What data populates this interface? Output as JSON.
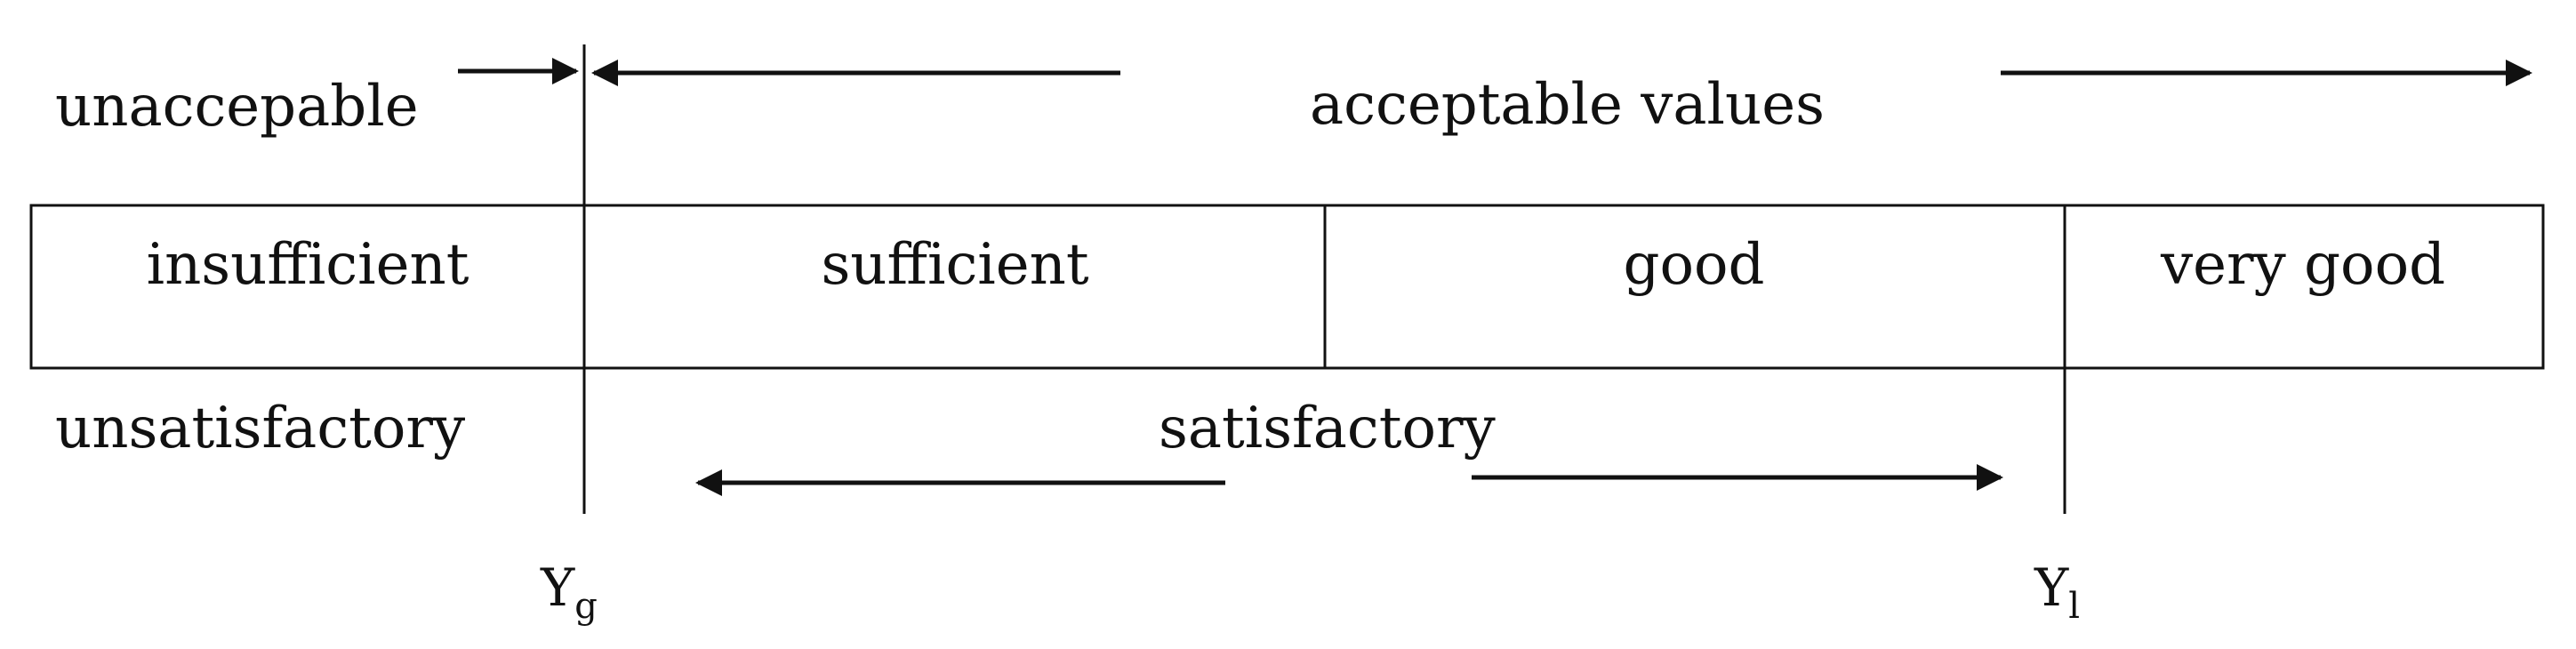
{
  "top": {
    "left_label": "unaccepable",
    "right_label": "acceptable values"
  },
  "scale": {
    "cells": [
      {
        "label": "insufficient"
      },
      {
        "label": "sufficient"
      },
      {
        "label": "good"
      },
      {
        "label": "very good"
      }
    ]
  },
  "bottom": {
    "left_label": "unsatisfactory",
    "center_label": "satisfactory"
  },
  "thresholds": {
    "yg": {
      "symbol": "Y",
      "subscript": "g"
    },
    "yl": {
      "symbol": "Y",
      "subscript": "l"
    }
  },
  "colors": {
    "line": "#111111",
    "background": "#ffffff"
  }
}
